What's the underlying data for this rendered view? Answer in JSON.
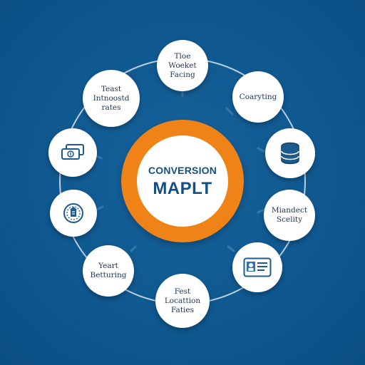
{
  "center": {
    "line1": "CONVERSION",
    "line2": "MAPLT"
  },
  "nodes": {
    "top": {
      "lines": [
        "Tloe",
        "Woeket",
        "Facing"
      ]
    },
    "top_right": {
      "lines": [
        "Coaryting"
      ]
    },
    "right": {
      "icon": "database-icon"
    },
    "lower_right": {
      "lines": [
        "Miandect",
        "Scelity"
      ]
    },
    "bottom_right": {
      "icon": "id-card-icon"
    },
    "bottom": {
      "lines": [
        "Fest",
        "Locattion",
        "Faties"
      ]
    },
    "bottom_left": {
      "lines": [
        "Yeart",
        "Betturing"
      ]
    },
    "left_lower": {
      "icon": "emblem-icon"
    },
    "left": {
      "icon": "money-icon"
    },
    "top_left": {
      "lines": [
        "Teast",
        "Intnoostd",
        "rates"
      ]
    }
  },
  "colors": {
    "background": "#0e5a92",
    "accent_orange": "#f08318",
    "text_dark_blue": "#124f85",
    "node_fill": "#ffffff"
  }
}
